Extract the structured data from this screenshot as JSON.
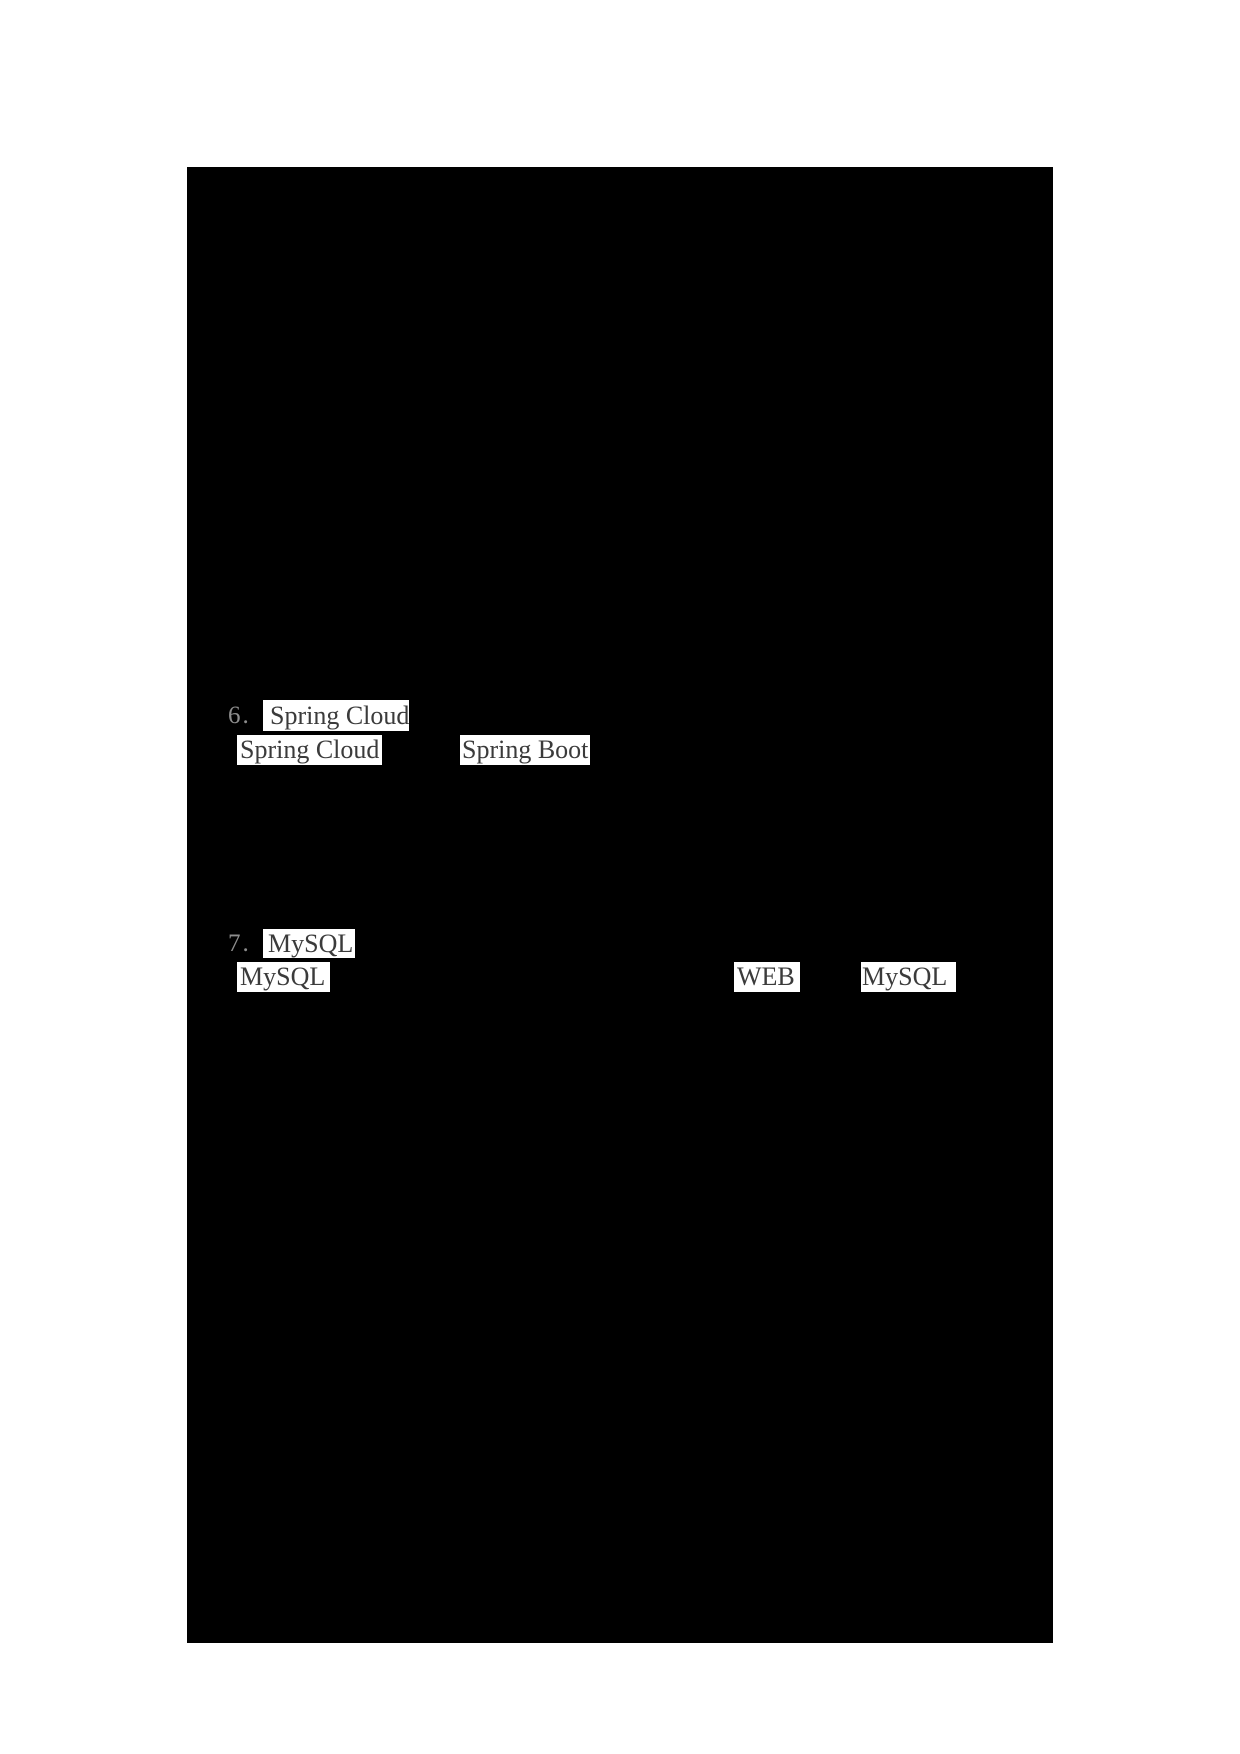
{
  "document": {
    "page_background": "#ffffff",
    "image_region_background": "#000000"
  },
  "colors": {
    "marker_text": "#8d8d8d",
    "highlight_background": "#ffffff",
    "highlight_text": "#3b3b3b"
  },
  "items": [
    {
      "marker": "6.",
      "heading_highlight": "Spring Cloud",
      "body_highlights": [
        "Spring Cloud",
        "Spring Boot"
      ]
    },
    {
      "marker": "7.",
      "heading_highlight": "MySQL",
      "body_highlights": [
        "MySQL",
        "WEB",
        "MySQL"
      ]
    }
  ]
}
